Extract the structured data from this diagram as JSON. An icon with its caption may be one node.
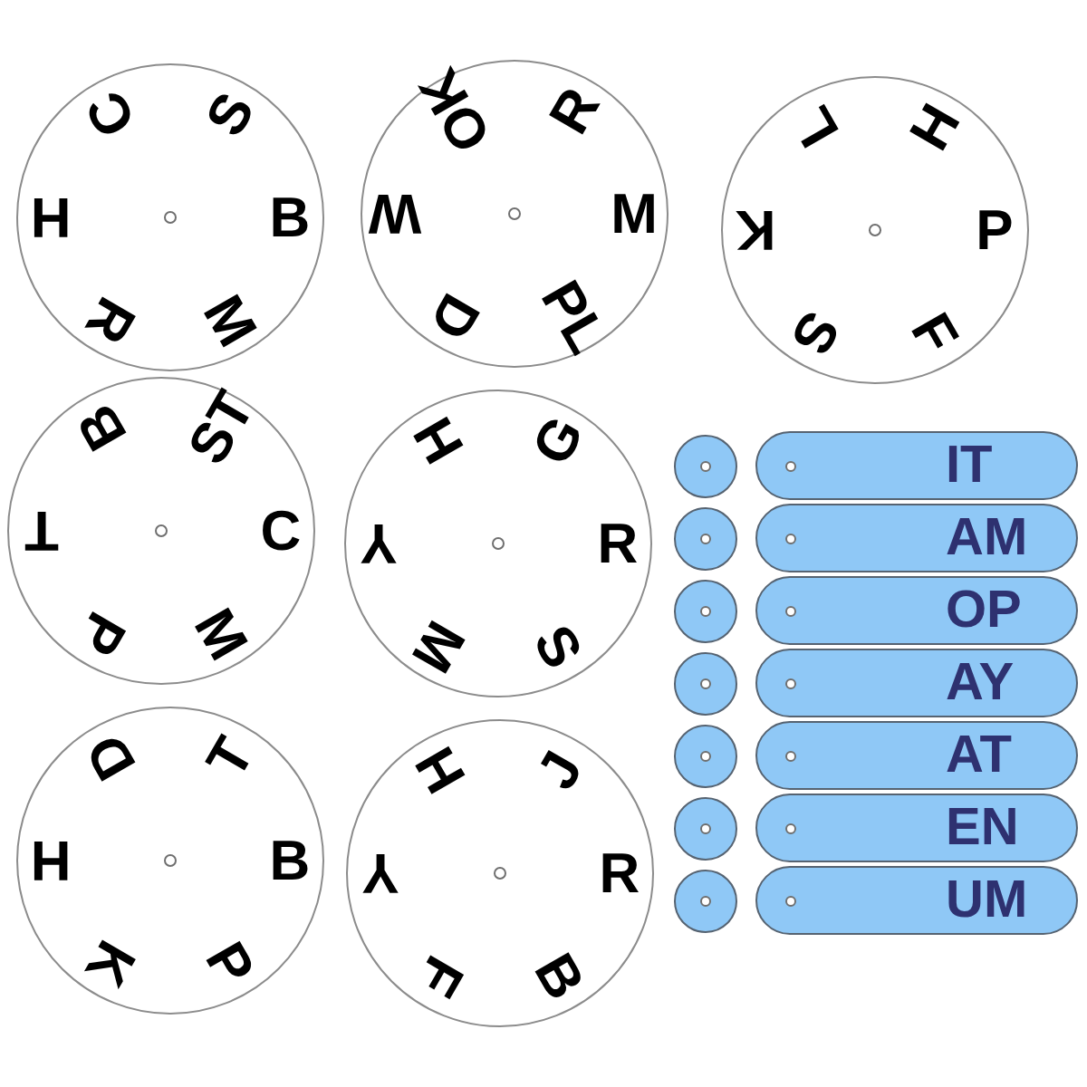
{
  "diagram": {
    "nodes": [
      {
        "text": [
          "C",
          "S",
          "H",
          "B",
          "R",
          "M"
        ]
      },
      {
        "text": [
          "OK",
          "R",
          "W",
          "M",
          "D",
          "PL"
        ]
      },
      {
        "text": [
          "L",
          "H",
          "K",
          "P",
          "S",
          "F"
        ]
      },
      {
        "text": [
          "B",
          "ST",
          "T",
          "C",
          "P",
          "M"
        ]
      },
      {
        "text": [
          "H",
          "G",
          "Y",
          "R",
          "M",
          "S"
        ]
      },
      {
        "text": [
          "D",
          "T",
          "H",
          "B",
          "K",
          "P"
        ]
      },
      {
        "text": [
          "H",
          "J",
          "Y",
          "R",
          "F",
          "B"
        ]
      },
      {
        "text": [],
        "shape": "circle"
      },
      {
        "text": [
          "IT"
        ]
      },
      {
        "text": [],
        "shape": "circle"
      },
      {
        "text": [
          "AM"
        ]
      },
      {
        "text": [],
        "shape": "circle"
      },
      {
        "text": [
          "OP"
        ]
      },
      {
        "text": [],
        "shape": "circle"
      },
      {
        "text": [
          "AY"
        ]
      },
      {
        "text": [],
        "shape": "circle"
      },
      {
        "text": [
          "AT"
        ]
      },
      {
        "text": [],
        "shape": "circle"
      },
      {
        "text": [
          "EN"
        ]
      },
      {
        "text": [],
        "shape": "circle"
      },
      {
        "text": [
          "UM"
        ]
      }
    ]
  }
}
